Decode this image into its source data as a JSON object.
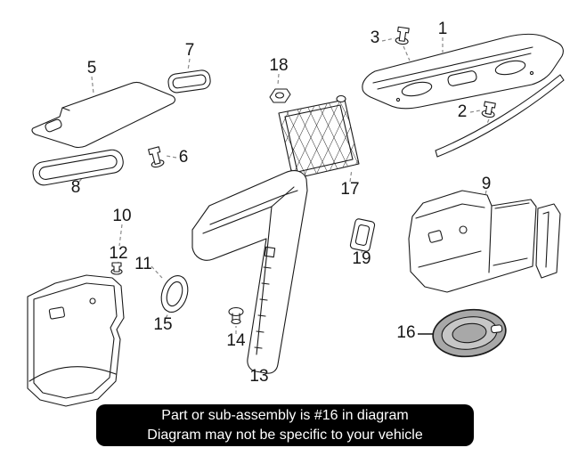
{
  "banner": {
    "line1": "Part or sub-assembly is #16 in diagram",
    "line2": "Diagram may not be specific to your vehicle",
    "background": "#000000",
    "text_color": "#ffffff"
  },
  "diagram": {
    "highlighted_part_number": "16",
    "background": "#ffffff",
    "line_color": "#1a1a1a",
    "leader_color": "#8a8a8a",
    "highlight_fill": "#a8a8a8",
    "highlight_mid": "#c6c6c6"
  },
  "callouts": [
    {
      "label": "3"
    },
    {
      "label": "1"
    },
    {
      "label": "5"
    },
    {
      "label": "7"
    },
    {
      "label": "18"
    },
    {
      "label": "2"
    },
    {
      "label": "6"
    },
    {
      "label": "8"
    },
    {
      "label": "17"
    },
    {
      "label": "9"
    },
    {
      "label": "10"
    },
    {
      "label": "12"
    },
    {
      "label": "11"
    },
    {
      "label": "19"
    },
    {
      "label": "15"
    },
    {
      "label": "14"
    },
    {
      "label": "13"
    },
    {
      "label": "16"
    }
  ]
}
